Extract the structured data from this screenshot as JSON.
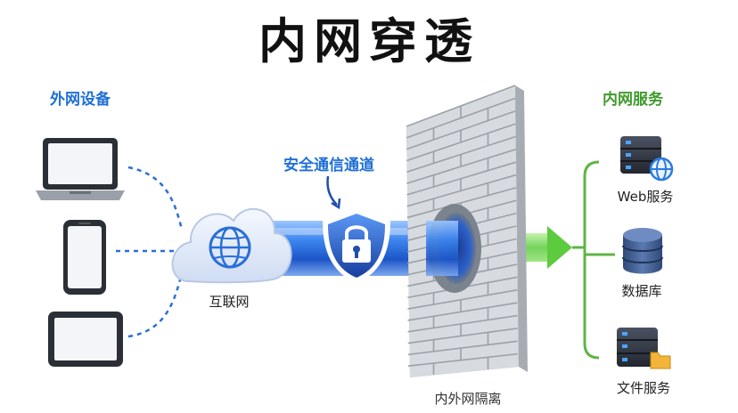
{
  "title": "内网穿透",
  "left_section": {
    "label": "外网设备",
    "devices": [
      "laptop-icon",
      "smartphone-icon",
      "tablet-icon"
    ]
  },
  "internet": {
    "label": "互联网",
    "icon": "cloud-globe-icon"
  },
  "tunnel": {
    "label": "安全通信通道",
    "icon": "shield-lock-icon"
  },
  "firewall": {
    "label": "内外网隔离",
    "icon": "brick-wall-icon"
  },
  "right_section": {
    "label": "内网服务",
    "services": [
      {
        "label": "Web服务",
        "icon": "web-server-icon"
      },
      {
        "label": "数据库",
        "icon": "database-icon"
      },
      {
        "label": "文件服务",
        "icon": "file-server-icon"
      }
    ]
  },
  "colors": {
    "blue": "#1f6fd6",
    "green": "#3f9a2c",
    "wall": "#c9ccd1"
  }
}
